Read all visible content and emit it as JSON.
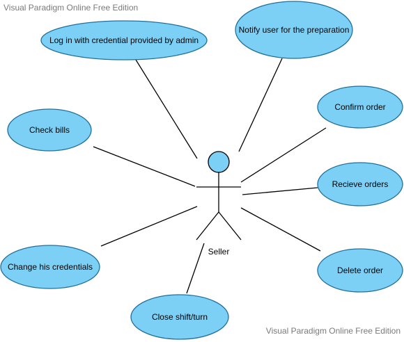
{
  "watermarks": {
    "top": "Visual Paradigm Online Free Edition",
    "bottom": "Visual Paradigm Online Free Edition"
  },
  "colors": {
    "usecase_fill": "#7dd0f5",
    "usecase_stroke": "#1f6f9a",
    "actor_head_fill": "#7dd0f5",
    "line": "#000000"
  },
  "actor": {
    "name": "Seller"
  },
  "use_cases": {
    "login": "Log in with credential provided by admin",
    "notify": "Notify user for the preparation",
    "check_bills": "Check bills",
    "confirm_order": "Confirm order",
    "recieve_orders": "Recieve orders",
    "change_credentials": "Change his credentials",
    "delete_order": "Delete order",
    "close_shift": "Close shift/turn"
  }
}
